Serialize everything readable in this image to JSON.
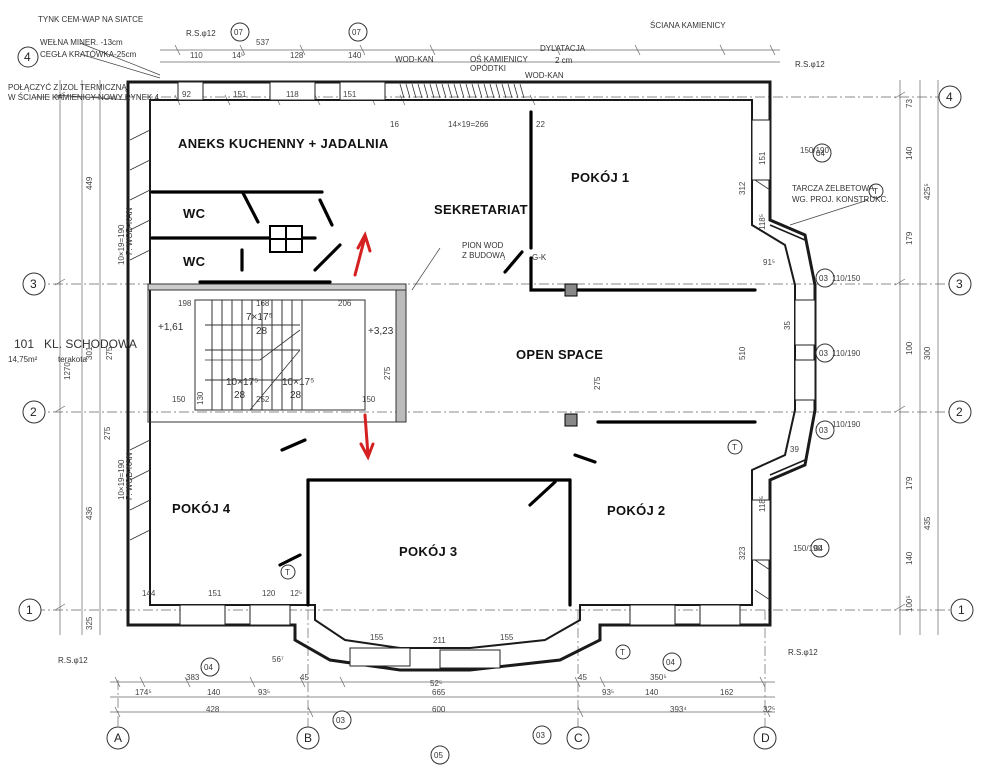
{
  "rooms": {
    "kitchen": "ANEKS KUCHENNY + JADALNIA",
    "wc1": "WC",
    "wc2": "WC",
    "secretariat": "SEKRETARIAT",
    "room1": "POKÓJ 1",
    "open_space": "OPEN SPACE",
    "room2": "POKÓJ 2",
    "room3": "POKÓJ 3",
    "room4": "POKÓJ 4"
  },
  "notes": {
    "tynk": "TYNK CEM-WAP NA SIATCE",
    "welna": "WEŁNA MINER. -13cm",
    "cegla": "CEGŁA KRATÓWKA-25cm",
    "polaczyc1": "POŁĄCZYĆ Z IZOL TERMICZNĄ",
    "polaczyc2": "W ŚCIANIE KAMIENICY-NOWY RYNEK 4",
    "rs_top": "R.S.φ12",
    "rs_top_right": "R.S.φ12",
    "rs_bottom_left": "R.S.φ12",
    "rs_bottom_right": "R.S.φ12",
    "sciana": "ŚCIANA KAMIENICY",
    "os_kamienicy": "OŚ KAMIENICY",
    "opodtki": "OPÓDTKI",
    "dylatacja": "DYLATACJA",
    "dyl_cm": "2 cm",
    "wod_kan1": "WOD-KAN",
    "wod_kan2": "WOD-KAN",
    "tarcza1": "TARCZA ŻELBETOWA",
    "tarcza2": "WG. PROJ. KONSTRUKC.",
    "pion1": "PION WOD",
    "pion2": "Z BUDOWĄ",
    "gk": "G-K",
    "pwod_left": "P. WOD-KAN",
    "pwod_left2": "P. WOD-KAN",
    "stair_num": "101",
    "stair_name": "KL. SCHODOWA",
    "stair_area": "14,75m²",
    "stair_floor": "terakota",
    "lvl1": "+1,61",
    "lvl2": "+3,23",
    "steps1": "7×17⁵",
    "steps1b": "28",
    "steps2": "10×17⁵",
    "steps2b": "28",
    "steps3": "10×17⁵",
    "steps3b": "28",
    "t1": "T",
    "t2": "T",
    "t3": "T",
    "t4": "T"
  },
  "axes": {
    "r4_left": "4",
    "r3_left": "3",
    "r2_left": "2",
    "r1_left": "1",
    "r4_right": "4",
    "r3_right": "3",
    "r2_right": "2",
    "r1_right": "1",
    "a": "A",
    "b": "B",
    "c": "C",
    "d": "D",
    "o7a": "07",
    "o7b": "07",
    "o5": "05",
    "o3a": "03",
    "o3b": "03",
    "o4a": "04",
    "o4b": "04",
    "o4c": "04",
    "o4d": "04",
    "o3c": "03",
    "o3d": "03",
    "o3e": "03"
  },
  "dims": {
    "top1": "110",
    "top2": "14⁵",
    "top3": "128",
    "top4": "140",
    "top5": "537",
    "top6": "92",
    "top7": "151",
    "top8": "118",
    "top9": "151",
    "top10": "14×19=266",
    "top11": "22",
    "top12": "16",
    "w1": "150/190",
    "w2": "110/150",
    "w3": "110/190",
    "w4": "110/190",
    "w5": "150/190",
    "bot1": "144",
    "bot2": "151",
    "bot3": "120",
    "bot4": "12⁵",
    "bot5": "383",
    "bot6": "56⁷",
    "bot7": "45",
    "bot8": "665",
    "bot9": "45",
    "bot10": "350⁵",
    "bot11": "174⁵",
    "bot12": "140",
    "bot13": "93⁵",
    "bot14": "428",
    "bot15": "600",
    "bot16": "93⁵",
    "bot17": "140",
    "bot18": "162",
    "bot19": "393⁴",
    "bot20": "32⁵",
    "bot21": "155",
    "bot22": "211",
    "bot23": "155",
    "bot24": "52⁵",
    "left1": "1270",
    "left2": "449",
    "left3": "301",
    "left4": "436",
    "left5": "275",
    "left6": "275",
    "left7": "325",
    "left8": "10×19=190",
    "left9": "10×19=190",
    "right1": "425⁵",
    "right2": "300",
    "right3": "435",
    "right4": "140",
    "right5": "179",
    "right6": "100",
    "right7": "179",
    "right8": "140",
    "right9": "100⁵",
    "right10": "73",
    "in1": "312",
    "in2": "510",
    "in3": "323",
    "in4": "118⁵",
    "in5": "118⁵",
    "in6": "198",
    "in7": "168",
    "in8": "206",
    "in9": "150",
    "in10": "130",
    "in11": "252",
    "in12": "150",
    "in13": "275",
    "in14": "275",
    "in15": "91⁵",
    "in16": "39",
    "in17": "151",
    "in18": "35"
  },
  "colors": {
    "wall": "#1a1a1a",
    "partition": "#000000",
    "arrow": "#d42020",
    "line": "#555555"
  }
}
